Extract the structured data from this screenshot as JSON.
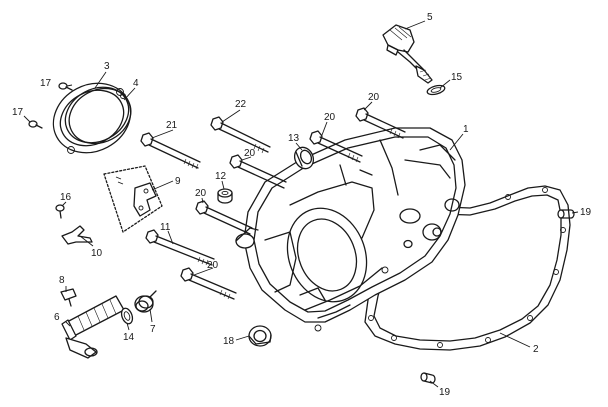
{
  "callouts": {
    "c1": "1",
    "c2": "2",
    "c3": "3",
    "c4": "4",
    "c5": "5",
    "c6": "6",
    "c7": "7",
    "c8": "8",
    "c9": "9",
    "c10": "10",
    "c11": "11",
    "c12": "12",
    "c13": "13",
    "c14": "14",
    "c15": "15",
    "c16": "16",
    "c17a": "17",
    "c17b": "17",
    "c18": "18",
    "c19a": "19",
    "c19b": "19",
    "c20a": "20",
    "c20b": "20",
    "c20c": "20",
    "c20d": "20",
    "c20e": "20",
    "c21": "21",
    "c22": "22"
  },
  "colors": {
    "ink": "#1a1a1a",
    "background": "#ffffff"
  }
}
